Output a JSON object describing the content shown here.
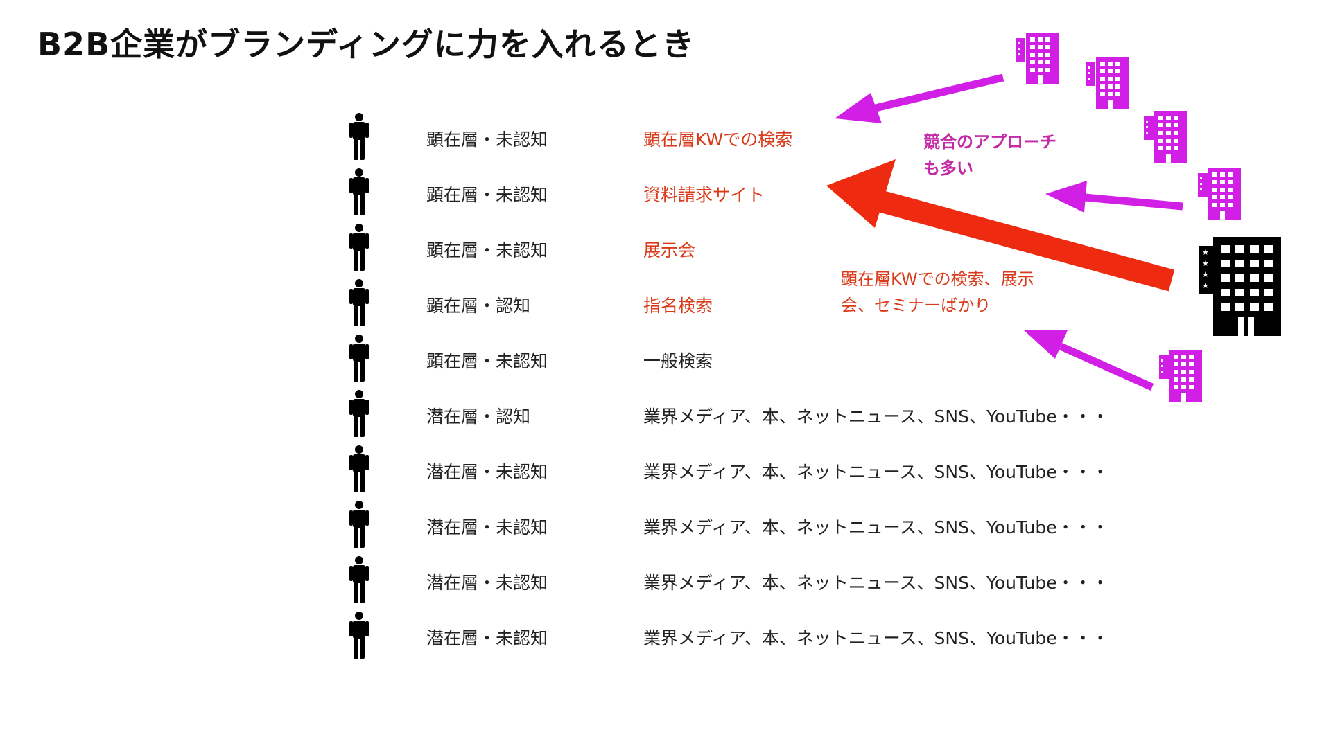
{
  "title": "B2B企業がブランディングに力を入れるとき",
  "rows": [
    {
      "segment": "顕在層・未認知",
      "channel": "顕在層KWでの検索",
      "channel_color": "red"
    },
    {
      "segment": "顕在層・未認知",
      "channel": "資料請求サイト",
      "channel_color": "red"
    },
    {
      "segment": "顕在層・未認知",
      "channel": "展示会",
      "channel_color": "red"
    },
    {
      "segment": "顕在層・認知",
      "channel": "指名検索",
      "channel_color": "red"
    },
    {
      "segment": "顕在層・未認知",
      "channel": "一般検索",
      "channel_color": "black"
    },
    {
      "segment": "潜在層・認知",
      "channel": "業界メディア、本、ネットニュース、SNS、YouTube・・・",
      "channel_color": "black"
    },
    {
      "segment": "潜在層・未認知",
      "channel": "業界メディア、本、ネットニュース、SNS、YouTube・・・",
      "channel_color": "black"
    },
    {
      "segment": "潜在層・未認知",
      "channel": "業界メディア、本、ネットニュース、SNS、YouTube・・・",
      "channel_color": "black"
    },
    {
      "segment": "潜在層・未認知",
      "channel": "業界メディア、本、ネットニュース、SNS、YouTube・・・",
      "channel_color": "black"
    },
    {
      "segment": "潜在層・未認知",
      "channel": "業界メディア、本、ネットニュース、SNS、YouTube・・・",
      "channel_color": "black"
    }
  ],
  "notes": {
    "competitors_line1": "競合のアプローチ",
    "competitors_line2": "も多い",
    "self_line1": "顕在層KWでの検索、展示",
    "self_line2": "会、セミナーばかり"
  },
  "colors": {
    "red": "#d93a1a",
    "accent_red_arrow": "#ee2a10",
    "competitor_magenta": "#d21fe6",
    "competitor_text": "#c22aa6",
    "building_dark": "#000000"
  },
  "icons": {
    "person": "person-icon",
    "competitor_building": "building-icon",
    "own_building": "own-company-building-icon"
  }
}
